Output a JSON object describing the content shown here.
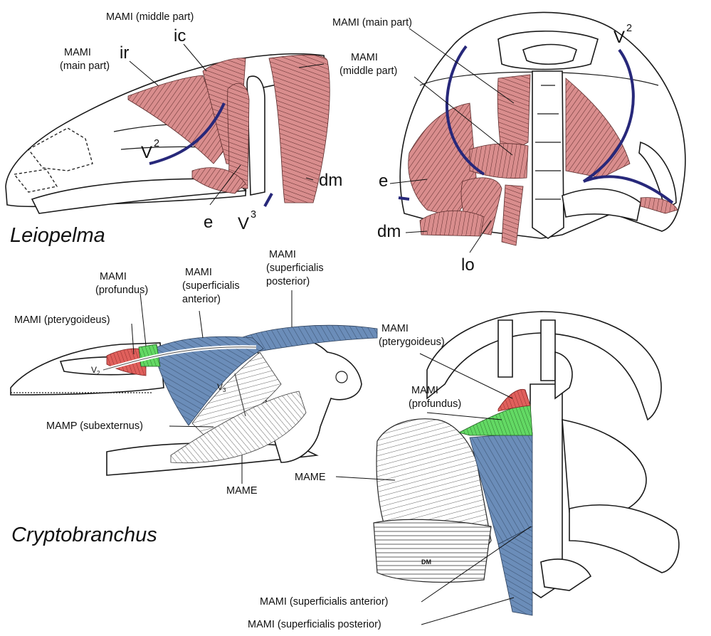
{
  "colors": {
    "muscle_pink": "#d98d8d",
    "nerve_navy": "#27287a",
    "blue_muscle": "#6b8db9",
    "red_muscle": "#e0605c",
    "green_muscle": "#63d964",
    "bone_outline": "#1a1a1a"
  },
  "titles": {
    "leiopelma": "Leiopelma",
    "cryptobranchus": "Cryptobranchus"
  },
  "leiopelma_lateral": {
    "mami_middle": "MAMI (middle part)",
    "mami_main_line1": "MAMI",
    "mami_main_line2": "(main part)",
    "ir": "ir",
    "ic": "ic",
    "v2_base": "V",
    "v2_sup": "2",
    "v3_base": "V",
    "v3_sup": "3",
    "e": "e",
    "dm": "dm"
  },
  "leiopelma_dorsal": {
    "mami_main": "MAMI (main part)",
    "mami_middle_line1": "MAMI",
    "mami_middle_line2": "(middle part)",
    "v2_base": "V",
    "v2_sup": "2",
    "e": "e",
    "dm": "dm",
    "lo": "lo"
  },
  "crypto_lateral": {
    "mami_profundus_line1": "MAMI",
    "mami_profundus_line2": "(profundus)",
    "mami_sup_ant_line1": "MAMI",
    "mami_sup_ant_line2": "(superficialis",
    "mami_sup_ant_line3": "anterior)",
    "mami_sup_post_line1": "MAMI",
    "mami_sup_post_line2": "(superficialis",
    "mami_sup_post_line3": "posterior)",
    "mami_pterygoideus": "MAMI (pterygoideus)",
    "mamp_subexternus": "MAMP (subexternus)",
    "mame": "MAME",
    "v2": "V",
    "v2_sub": "2",
    "v3": "V",
    "v3_sub": "3"
  },
  "crypto_dorsal": {
    "mami_pterygoideus_line1": "MAMI",
    "mami_pterygoideus_line2": "(pterygoideus)",
    "mami_profundus_line1": "MAMI",
    "mami_profundus_line2": "(profundus)",
    "mame": "MAME",
    "dm": "DM",
    "mami_sup_anterior": "MAMI (superficialis anterior)",
    "mami_sup_posterior": "MAMI (superficialis posterior)"
  }
}
